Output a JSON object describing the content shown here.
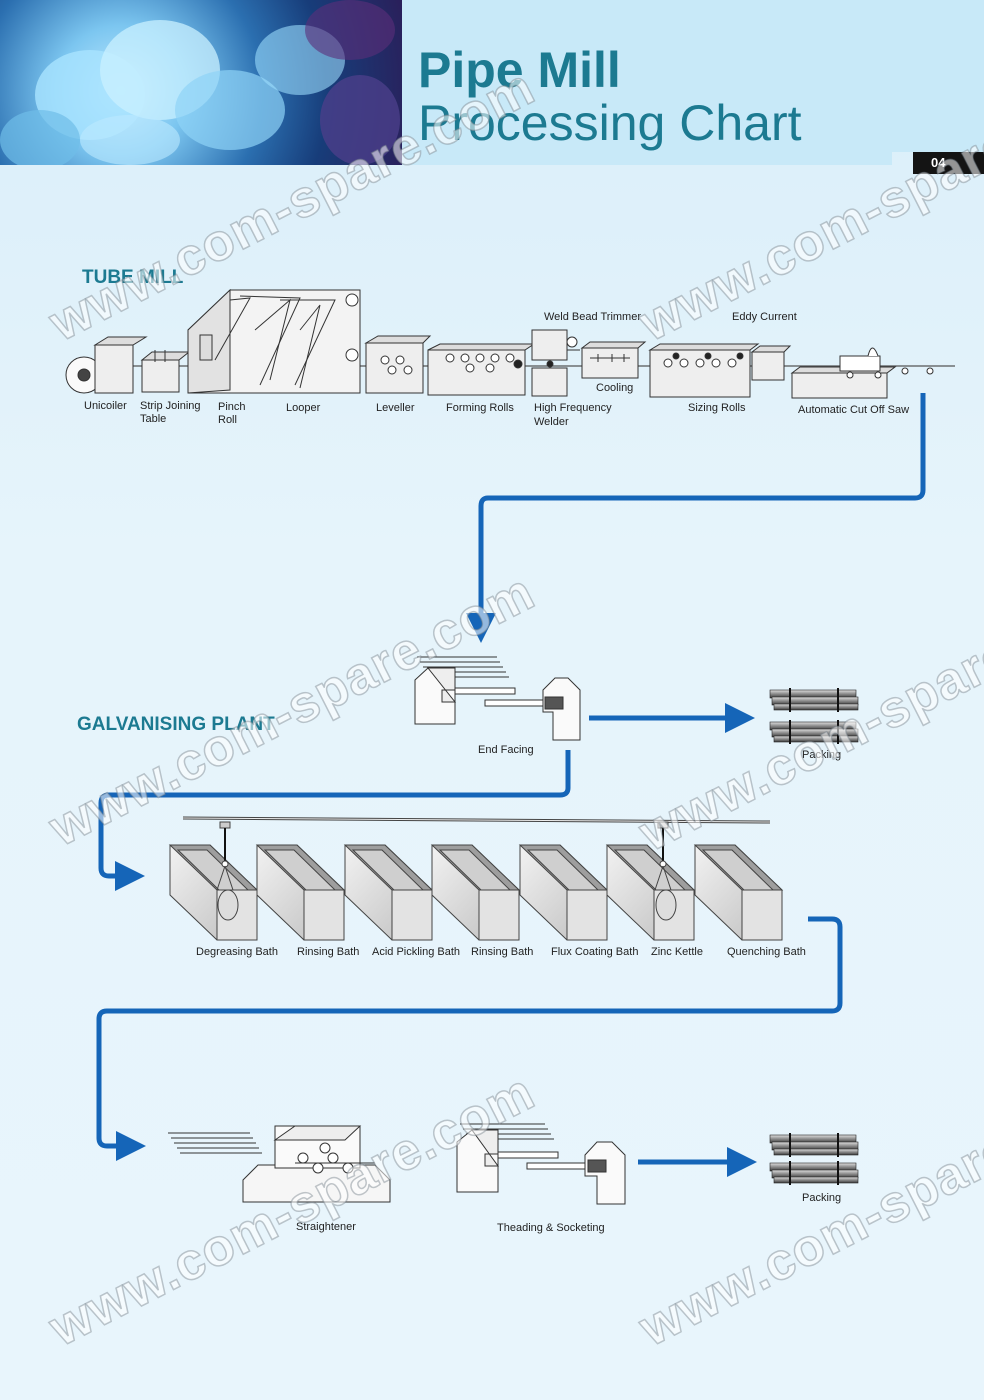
{
  "header": {
    "title_line1": "Pipe Mill",
    "title_line2": "Processing Chart",
    "page_number": "04"
  },
  "tube_mill": {
    "heading": "TUBE MILL",
    "labels": {
      "unicoiler": "Unicoiler",
      "strip_joining_1": "Strip Joining",
      "strip_joining_2": "Table",
      "pinch_1": "Pinch",
      "pinch_2": "Roll",
      "looper": "Looper",
      "leveller": "Leveller",
      "forming_rolls": "Forming Rolls",
      "weld_bead_trimmer": "Weld Bead Trimmer",
      "hf_welder_1": "High Frequency",
      "hf_welder_2": "Welder",
      "cooling": "Cooling",
      "eddy_current": "Eddy Current",
      "sizing_rolls": "Sizing Rolls",
      "cut_off_saw": "Automatic Cut Off Saw"
    }
  },
  "galvanising_plant": {
    "heading": "GALVANISING PLANT",
    "end_facing": "End Facing",
    "packing_1": "Packing",
    "baths": [
      "Degreasing Bath",
      "Rinsing Bath",
      "Acid Pickling Bath",
      "Rinsing Bath",
      "Flux Coating Bath",
      "Zinc Kettle",
      "Quenching Bath"
    ],
    "straightener": "Straightener",
    "threading": "Theading & Socketing",
    "packing_2": "Packing"
  },
  "watermark": "www.com-spare.com",
  "colors": {
    "accent": "#1c7a91",
    "flow_arrow": "#1565b8",
    "background": "#e4f3fb"
  }
}
